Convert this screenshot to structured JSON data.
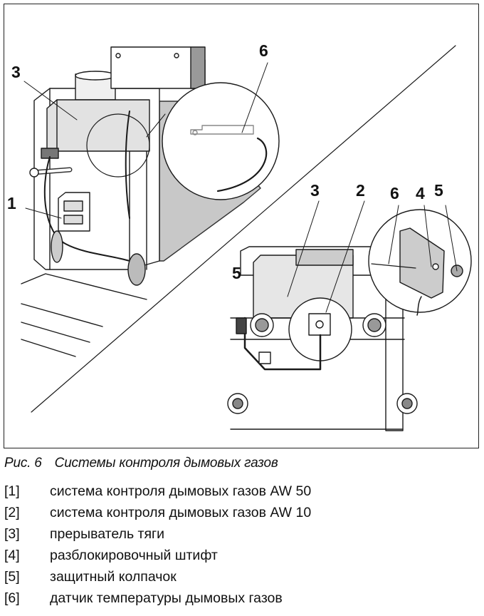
{
  "figure": {
    "callouts": {
      "top_3": "3",
      "top_6": "6",
      "left_1": "1",
      "detail_3": "3",
      "detail_2": "2",
      "detail_6": "6",
      "detail_4": "4",
      "detail_5": "5",
      "detail_left_5": "5"
    }
  },
  "caption": {
    "prefix": "Рис. 6",
    "title": "Системы контроля дымовых газов"
  },
  "legend": [
    {
      "num": "[1]",
      "text": "система контроля дымовых газов AW 50"
    },
    {
      "num": "[2]",
      "text": "система контроля дымовых газов AW 10"
    },
    {
      "num": "[3]",
      "text": "прерыватель тяги"
    },
    {
      "num": "[4]",
      "text": "разблокировочный штифт"
    },
    {
      "num": "[5]",
      "text": "защитный колпачок"
    },
    {
      "num": "[6]",
      "text": "датчик температуры дымовых газов"
    }
  ]
}
